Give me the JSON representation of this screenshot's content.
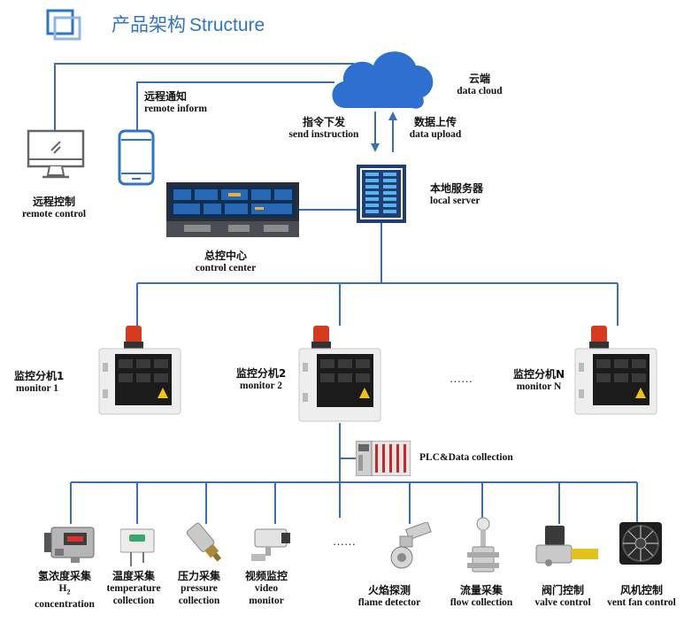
{
  "header": {
    "title_zh": "产品架构",
    "title_en": "Structure"
  },
  "cloud": {
    "zh": "云端",
    "en": "data cloud"
  },
  "send": {
    "zh": "指令下发",
    "en": "send instruction"
  },
  "upload": {
    "zh": "数据上传",
    "en": "data upload"
  },
  "remote_inform": {
    "zh": "远程通知",
    "en": "remote inform"
  },
  "remote_control": {
    "zh": "远程控制",
    "en": "remote control"
  },
  "server": {
    "zh": "本地服务器",
    "en": "local server"
  },
  "control_center": {
    "zh": "总控中心",
    "en": "control center"
  },
  "monitors": [
    {
      "zh": "监控分机1",
      "en": "monitor 1"
    },
    {
      "zh": "监控分机2",
      "en": "monitor 2"
    },
    {
      "zh": "监控分机N",
      "en": "monitor N"
    }
  ],
  "monitor_ellipsis": "……",
  "plc": {
    "en": "PLC&Data collection"
  },
  "sensor_ellipsis": "……",
  "devices": [
    {
      "zh": "氢浓度采集",
      "en1": "H",
      "sub": "2",
      "en2": "concentration"
    },
    {
      "zh": "温度采集",
      "en1": "temperature",
      "en2": "collection"
    },
    {
      "zh": "压力采集",
      "en1": "pressure",
      "en2": "collection"
    },
    {
      "zh": "视频监控",
      "en1": "video",
      "en2": "monitor"
    },
    {
      "zh": "火焰探测",
      "en1": "flame detector"
    },
    {
      "zh": "流量采集",
      "en1": "flow collection"
    },
    {
      "zh": "阀门控制",
      "en1": "valve control"
    },
    {
      "zh": "风机控制",
      "en1": "vent fan control"
    }
  ],
  "colors": {
    "accent": "#2e74c8",
    "line": "#3a6fb0",
    "dark": "#1a1a1a"
  }
}
